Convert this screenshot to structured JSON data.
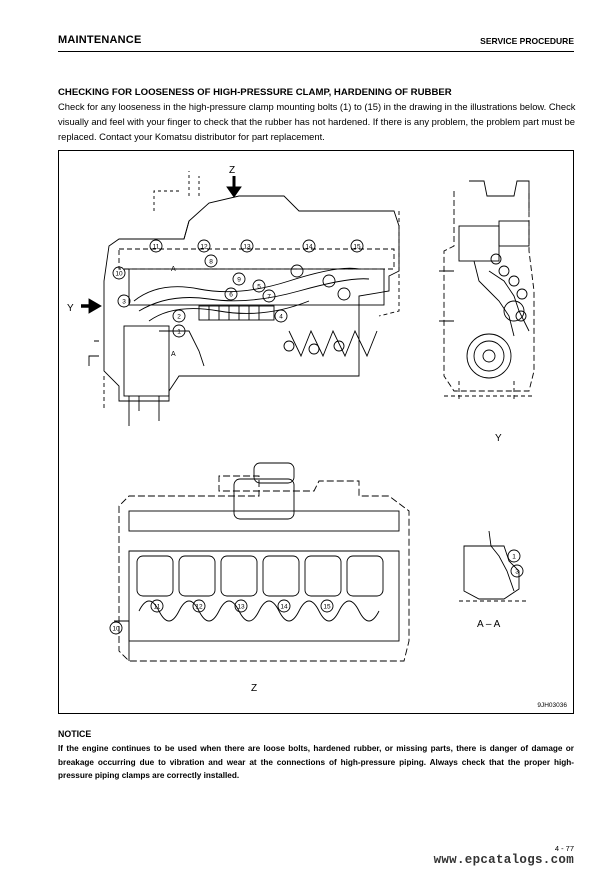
{
  "header": {
    "section": "MAINTENANCE",
    "procedure": "SERVICE PROCEDURE"
  },
  "section": {
    "title": "CHECKING FOR LOOSENESS OF HIGH-PRESSURE CLAMP, HARDENING OF RUBBER",
    "body": "Check for any looseness in the high-pressure clamp mounting bolts (1) to (15) in the drawing in the illustrations below. Check visually and feel with your finger to check that the rubber has not hardened. If there is any problem, the problem part must be replaced. Contact your Komatsu distributor for part replacement."
  },
  "figure": {
    "view_labels": {
      "z_top": "Z",
      "y_left": "Y",
      "y_view": "Y",
      "z_view": "Z",
      "section_aa": "A – A",
      "section_a1": "A",
      "section_a2": "A"
    },
    "callouts_side": [
      "11",
      "12",
      "13",
      "14",
      "15",
      "10",
      "8",
      "9",
      "5",
      "6",
      "7",
      "3",
      "2",
      "4",
      "1"
    ],
    "callouts_top": [
      "11",
      "12",
      "13",
      "14",
      "15",
      "10"
    ],
    "callouts_section": [
      "1",
      "3"
    ],
    "reference": "9JH03036"
  },
  "notice": {
    "title": "NOTICE",
    "body": "If the engine continues to be used when there are loose bolts, hardened rubber, or missing parts, there is danger of damage or breakage occurring due to vibration and wear at the connections of high-pressure piping.  Always check that the  proper high-pressure piping clamps are correctly installed."
  },
  "footer": {
    "page": "4 - 77",
    "watermark": "www.epcatalogs.com"
  }
}
